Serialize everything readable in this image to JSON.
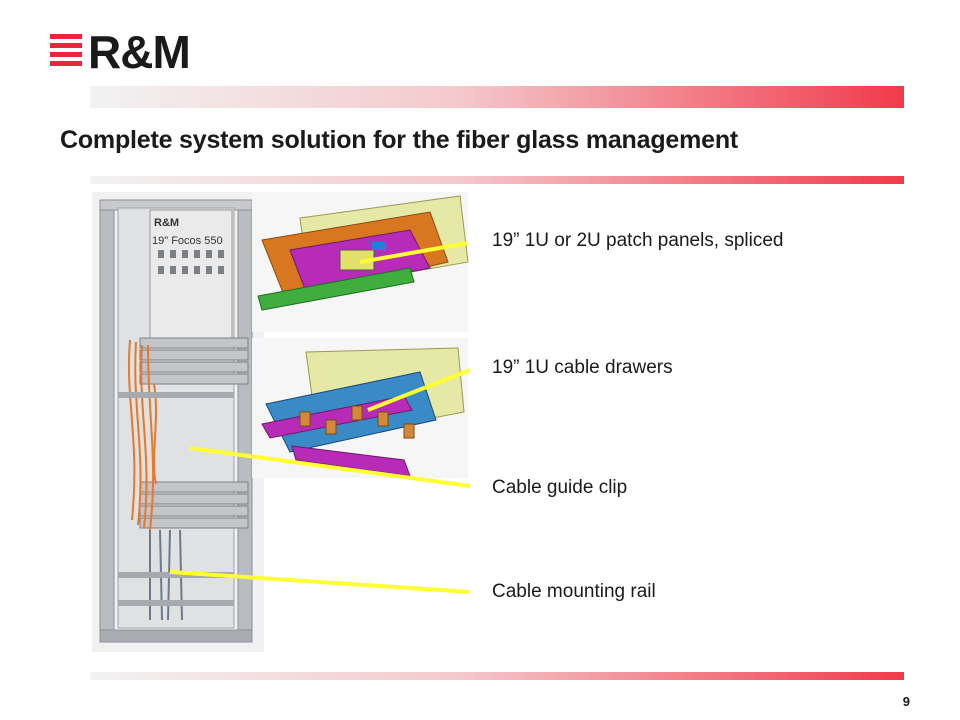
{
  "brand": {
    "logo_text": "R&M",
    "accent_color": "#e8283a"
  },
  "slide": {
    "title": "Complete system solution for the fiber glass management",
    "page_number": "9"
  },
  "rack": {
    "brand_plate": "R&M",
    "model_plate": "19\" Focos 550"
  },
  "callouts": [
    {
      "label": "19” 1U or 2U patch panels, spliced"
    },
    {
      "label": "19” 1U cable drawers"
    },
    {
      "label": "Cable guide clip"
    },
    {
      "label": "Cable mounting rail"
    }
  ],
  "colors": {
    "callout_line": "#ffff33",
    "band_start": "#f2f2f2",
    "band_end": "#f03a4a"
  }
}
